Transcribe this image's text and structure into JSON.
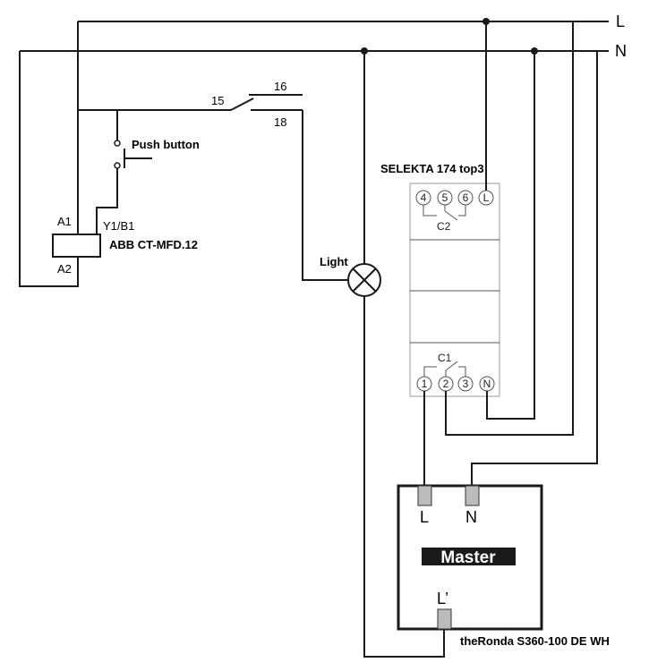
{
  "mains": {
    "line_label": "L",
    "neutral_label": "N"
  },
  "relay": {
    "name": "ABB CT-MFD.12",
    "terminal_a1": "A1",
    "terminal_a2": "A2",
    "terminal_y1b1": "Y1/B1",
    "contact_15": "15",
    "contact_16": "16",
    "contact_18": "18"
  },
  "push_button": {
    "label": "Push button"
  },
  "light": {
    "label": "Light"
  },
  "timer": {
    "name": "SELEKTA 174 top3",
    "top_terminals": [
      "4",
      "5",
      "6",
      "L"
    ],
    "top_contact": "C2",
    "bottom_terminals": [
      "1",
      "2",
      "3",
      "N"
    ],
    "bottom_contact": "C1"
  },
  "thermostat": {
    "name": "theRonda S360-100 DE WH",
    "badge": "Master",
    "terminal_l": "L",
    "terminal_n": "N",
    "terminal_lprime": "L’"
  }
}
